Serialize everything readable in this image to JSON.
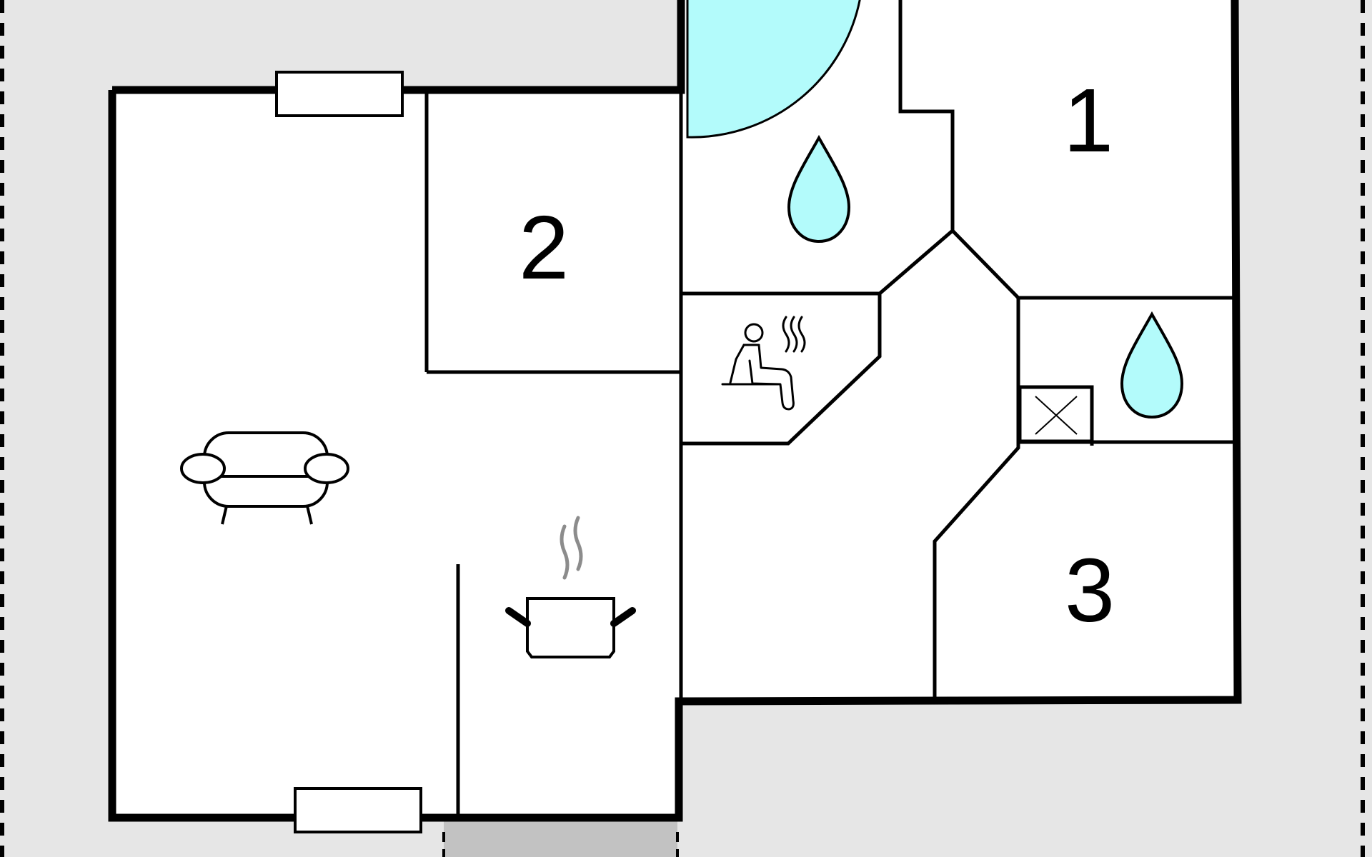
{
  "floorplan": {
    "colors": {
      "background": "#e6e6e6",
      "floor": "#ffffff",
      "wall": "#000000",
      "water": "#b3fbfb",
      "terrace": "#c2c2c2",
      "steam": "#8c8c8c"
    },
    "room_labels": {
      "bedroom_1": "1",
      "bedroom_2": "2",
      "bedroom_3": "3"
    },
    "icons": {
      "living_room": "sofa-icon",
      "kitchen": "cooking-pot-icon",
      "sauna": "sauna-icon",
      "bathroom_upper": "water-drop-icon",
      "bathroom_lower": "water-drop-icon",
      "utility": "x-box-icon",
      "pool": "pool-area",
      "window": "window-icon"
    }
  }
}
